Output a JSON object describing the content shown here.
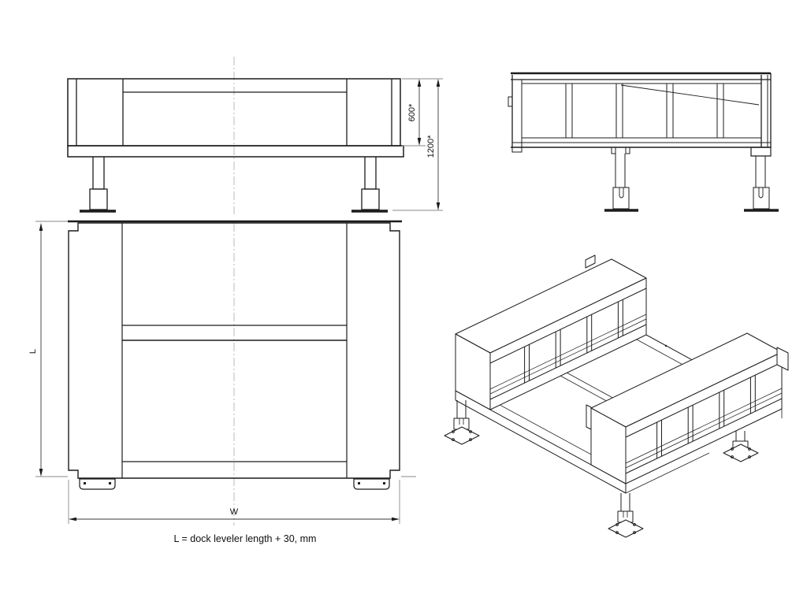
{
  "dimensions": {
    "upper_height": "600*",
    "total_height": "1200*",
    "length_label": "L",
    "width_label": "W"
  },
  "note": "L = dock leveler length + 30, mm",
  "colors": {
    "line": "#1c1c1c",
    "construction": "#9b9b9b",
    "background": "#ffffff"
  }
}
